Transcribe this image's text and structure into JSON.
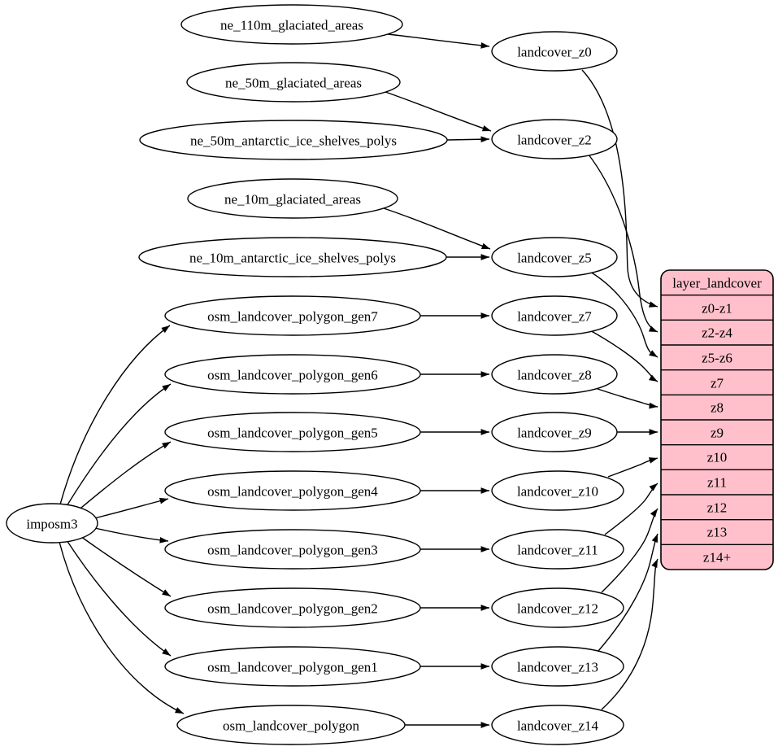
{
  "colors": {
    "table_fill": "#ffc0cb",
    "node_fill": "#ffffff",
    "stroke": "#000000",
    "background": "#ffffff"
  },
  "importer": "imposm3",
  "sources": [
    "ne_110m_glaciated_areas",
    "ne_50m_glaciated_areas",
    "ne_50m_antarctic_ice_shelves_polys",
    "ne_10m_glaciated_areas",
    "ne_10m_antarctic_ice_shelves_polys",
    "osm_landcover_polygon_gen7",
    "osm_landcover_polygon_gen6",
    "osm_landcover_polygon_gen5",
    "osm_landcover_polygon_gen4",
    "osm_landcover_polygon_gen3",
    "osm_landcover_polygon_gen2",
    "osm_landcover_polygon_gen1",
    "osm_landcover_polygon"
  ],
  "transforms": [
    "landcover_z0",
    "landcover_z2",
    "landcover_z5",
    "landcover_z7",
    "landcover_z8",
    "landcover_z9",
    "landcover_z10",
    "landcover_z11",
    "landcover_z12",
    "landcover_z13",
    "landcover_z14"
  ],
  "table": {
    "title": "layer_landcover",
    "rows": [
      "z0-z1",
      "z2-z4",
      "z5-z6",
      "z7",
      "z8",
      "z9",
      "z10",
      "z11",
      "z12",
      "z13",
      "z14+"
    ]
  },
  "edges": [
    {
      "from": "imposm3",
      "to": "osm_landcover_polygon_gen7"
    },
    {
      "from": "imposm3",
      "to": "osm_landcover_polygon_gen6"
    },
    {
      "from": "imposm3",
      "to": "osm_landcover_polygon_gen5"
    },
    {
      "from": "imposm3",
      "to": "osm_landcover_polygon_gen4"
    },
    {
      "from": "imposm3",
      "to": "osm_landcover_polygon_gen3"
    },
    {
      "from": "imposm3",
      "to": "osm_landcover_polygon_gen2"
    },
    {
      "from": "imposm3",
      "to": "osm_landcover_polygon_gen1"
    },
    {
      "from": "imposm3",
      "to": "osm_landcover_polygon"
    },
    {
      "from": "ne_110m_glaciated_areas",
      "to": "landcover_z0"
    },
    {
      "from": "ne_50m_glaciated_areas",
      "to": "landcover_z2"
    },
    {
      "from": "ne_50m_antarctic_ice_shelves_polys",
      "to": "landcover_z2"
    },
    {
      "from": "ne_10m_glaciated_areas",
      "to": "landcover_z5"
    },
    {
      "from": "ne_10m_antarctic_ice_shelves_polys",
      "to": "landcover_z5"
    },
    {
      "from": "osm_landcover_polygon_gen7",
      "to": "landcover_z7"
    },
    {
      "from": "osm_landcover_polygon_gen6",
      "to": "landcover_z8"
    },
    {
      "from": "osm_landcover_polygon_gen5",
      "to": "landcover_z9"
    },
    {
      "from": "osm_landcover_polygon_gen4",
      "to": "landcover_z10"
    },
    {
      "from": "osm_landcover_polygon_gen3",
      "to": "landcover_z11"
    },
    {
      "from": "osm_landcover_polygon_gen2",
      "to": "landcover_z12"
    },
    {
      "from": "osm_landcover_polygon_gen1",
      "to": "landcover_z13"
    },
    {
      "from": "osm_landcover_polygon",
      "to": "landcover_z14"
    },
    {
      "from": "landcover_z0",
      "to": "z0-z1"
    },
    {
      "from": "landcover_z2",
      "to": "z2-z4"
    },
    {
      "from": "landcover_z5",
      "to": "z5-z6"
    },
    {
      "from": "landcover_z7",
      "to": "z7"
    },
    {
      "from": "landcover_z8",
      "to": "z8"
    },
    {
      "from": "landcover_z9",
      "to": "z9"
    },
    {
      "from": "landcover_z10",
      "to": "z10"
    },
    {
      "from": "landcover_z11",
      "to": "z11"
    },
    {
      "from": "landcover_z12",
      "to": "z12"
    },
    {
      "from": "landcover_z13",
      "to": "z13"
    },
    {
      "from": "landcover_z14",
      "to": "z14+"
    }
  ]
}
